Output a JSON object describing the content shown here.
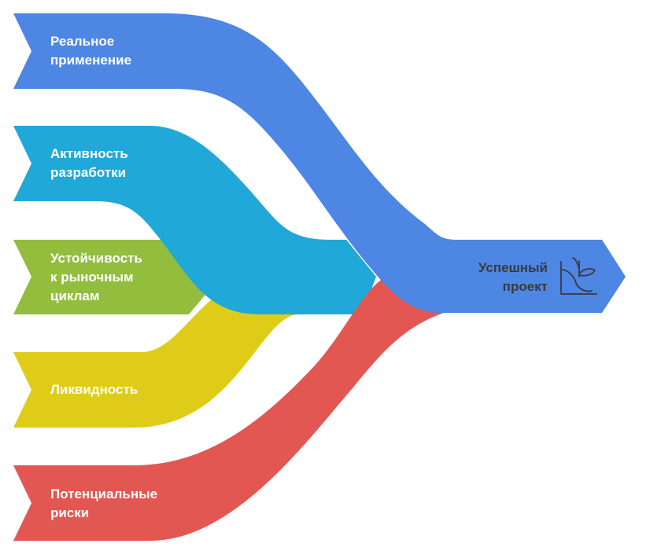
{
  "inputs": [
    {
      "lines": [
        "Реальное",
        "применение"
      ],
      "color": "#4e86e4"
    },
    {
      "lines": [
        "Активность",
        "разработки"
      ],
      "color": "#20a9d8"
    },
    {
      "lines": [
        "Устойчивость",
        "к рыночным",
        "циклам"
      ],
      "color": "#93bd3c"
    },
    {
      "lines": [
        "Ликвидность"
      ],
      "color": "#dfcc18"
    },
    {
      "lines": [
        "Потенциальные",
        "риски"
      ],
      "color": "#e35753"
    }
  ],
  "output": {
    "lines": [
      "Успешный",
      "проект"
    ],
    "icon": "sprout-growth-icon",
    "text_color": "#3a3a3a"
  }
}
